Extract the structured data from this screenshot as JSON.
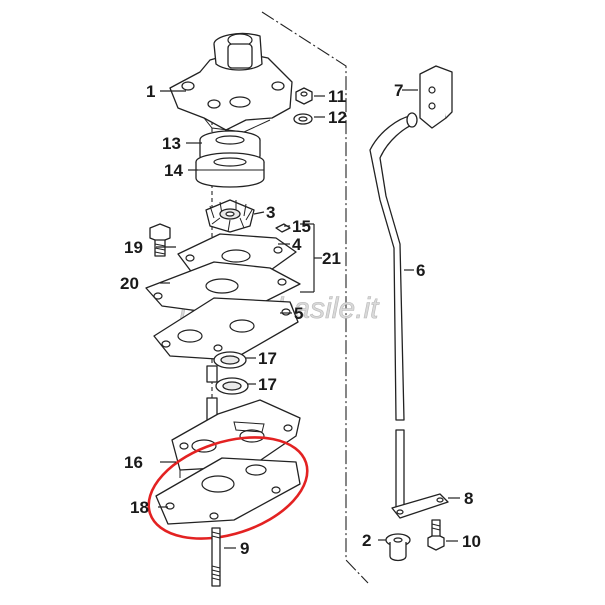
{
  "watermark": "nauticabasile.it",
  "callouts": {
    "c1": "1",
    "c2": "2",
    "c3": "3",
    "c4": "4",
    "c5": "5",
    "c6": "6",
    "c7": "7",
    "c8": "8",
    "c9": "9",
    "c10": "10",
    "c11": "11",
    "c12": "12",
    "c13": "13",
    "c14": "14",
    "c15": "15",
    "c16": "16",
    "c17a": "17",
    "c17b": "17",
    "c18": "18",
    "c19": "19",
    "c20": "20",
    "c21": "21"
  },
  "colors": {
    "highlight": "#e32222",
    "ink": "#222222"
  }
}
